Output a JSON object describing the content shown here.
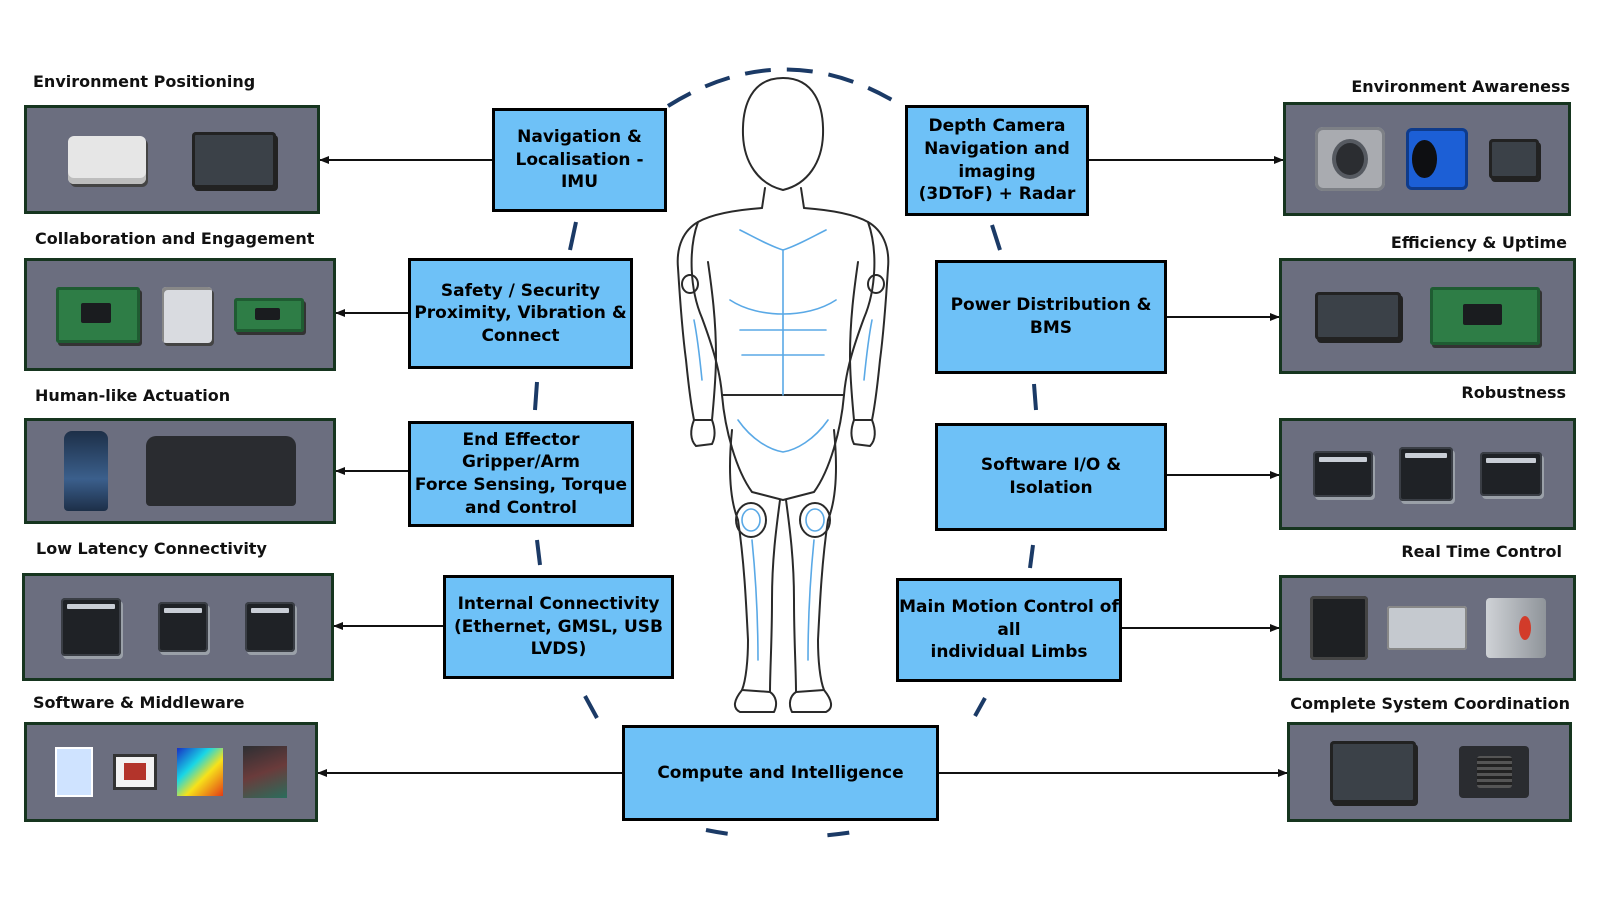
{
  "categories": [
    {
      "id": "environment-positioning",
      "label": "Environment Positioning"
    },
    {
      "id": "collaboration-engagement",
      "label": "Collaboration and Engagement"
    },
    {
      "id": "human-like-actuation",
      "label": "Human-like Actuation"
    },
    {
      "id": "low-latency-connectivity",
      "label": "Low Latency Connectivity"
    },
    {
      "id": "software-middleware",
      "label": "Software & Middleware"
    },
    {
      "id": "environment-awareness",
      "label": "Environment Awareness"
    },
    {
      "id": "efficiency-uptime",
      "label": "Efficiency & Uptime"
    },
    {
      "id": "robustness",
      "label": "Robustness"
    },
    {
      "id": "real-time-control",
      "label": "Real Time Control"
    },
    {
      "id": "complete-system-coordination",
      "label": "Complete System Coordination"
    }
  ],
  "functions": [
    {
      "id": "navigation-imu",
      "label": "Navigation &\nLocalisation - IMU"
    },
    {
      "id": "safety-security",
      "label": "Safety / Security\nProximity, Vibration &\nConnect"
    },
    {
      "id": "end-effector",
      "label": "End Effector\nGripper/Arm\nForce Sensing, Torque\nand Control"
    },
    {
      "id": "internal-connectivity",
      "label": "Internal Connectivity\n(Ethernet, GMSL, USB\nLVDS)"
    },
    {
      "id": "depth-camera",
      "label": "Depth Camera\nNavigation and\nimaging\n(3DToF) + Radar"
    },
    {
      "id": "power-distribution",
      "label": "Power Distribution &\nBMS"
    },
    {
      "id": "software-io",
      "label": "Software I/O & Isolation"
    },
    {
      "id": "main-motion-control",
      "label": "Main Motion Control of all\nindividual Limbs"
    },
    {
      "id": "compute-intelligence",
      "label": "Compute and Intelligence"
    }
  ],
  "colors": {
    "function_fill": "#6ec1f7",
    "panel_fill": "#6b6e7f",
    "panel_border": "#16351f",
    "figure_outline": "#5aa9e6",
    "ring": "#1b3a66"
  }
}
